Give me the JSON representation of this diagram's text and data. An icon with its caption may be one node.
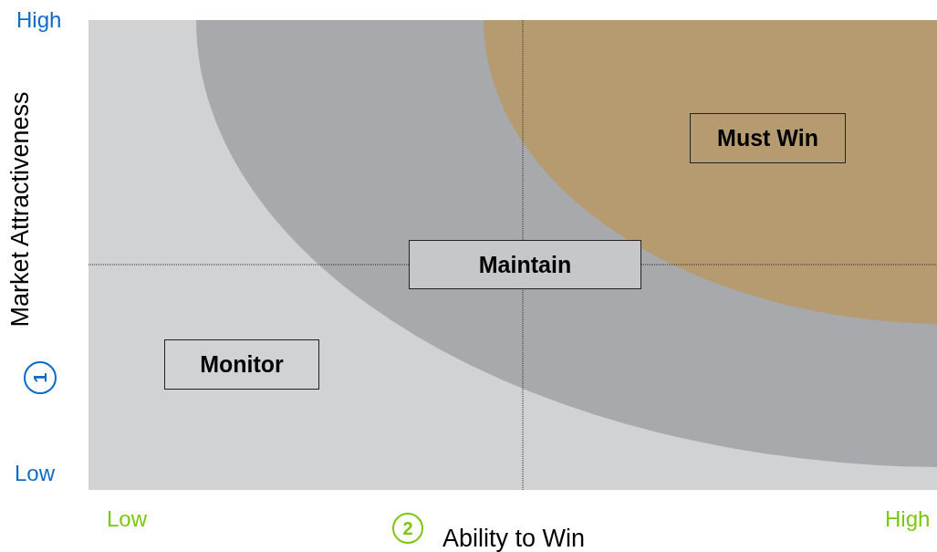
{
  "diagram": {
    "nodes": [
      {
        "text": [
          "Must Win"
        ]
      },
      {
        "text": [
          "Maintain"
        ]
      },
      {
        "text": [
          "Monitor"
        ]
      }
    ],
    "labels": [
      "High",
      "Market Attractiveness",
      "1",
      "Low",
      "Low",
      "2",
      "Ability to Win",
      "High"
    ]
  }
}
